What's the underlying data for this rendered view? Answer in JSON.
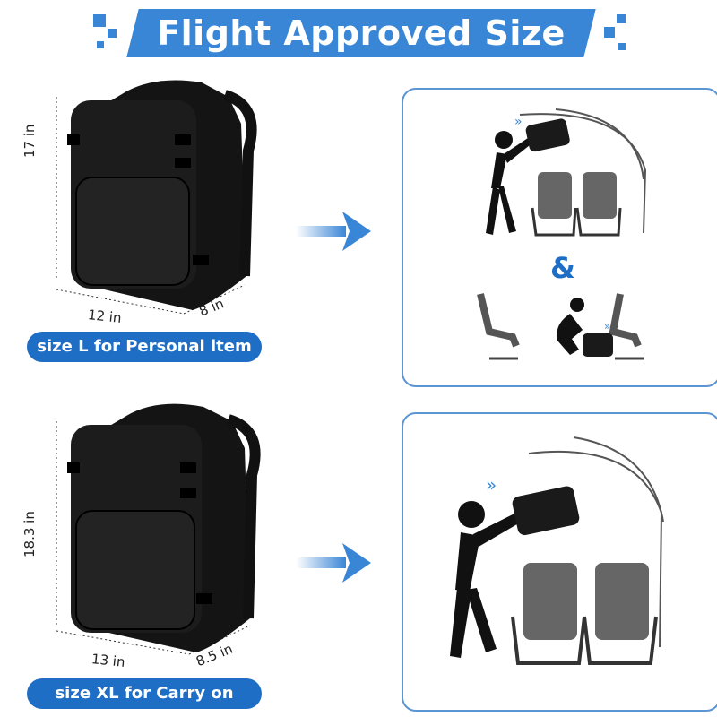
{
  "header": {
    "title": "Flight Approved Size"
  },
  "sizes": [
    {
      "label": "size L for Personal ltem",
      "height": "17 in",
      "width": "12 in",
      "depth": "8 in"
    },
    {
      "label": "size XL for Carry on",
      "height": "18.3 in",
      "width": "13 in",
      "depth": "8.5 in"
    }
  ],
  "ampersand": "&",
  "colors": {
    "accent": "#3a86d6",
    "pill": "#1f6ec6",
    "panel_border": "#5b95d4",
    "bag": "#111111",
    "seat": "#555555"
  }
}
